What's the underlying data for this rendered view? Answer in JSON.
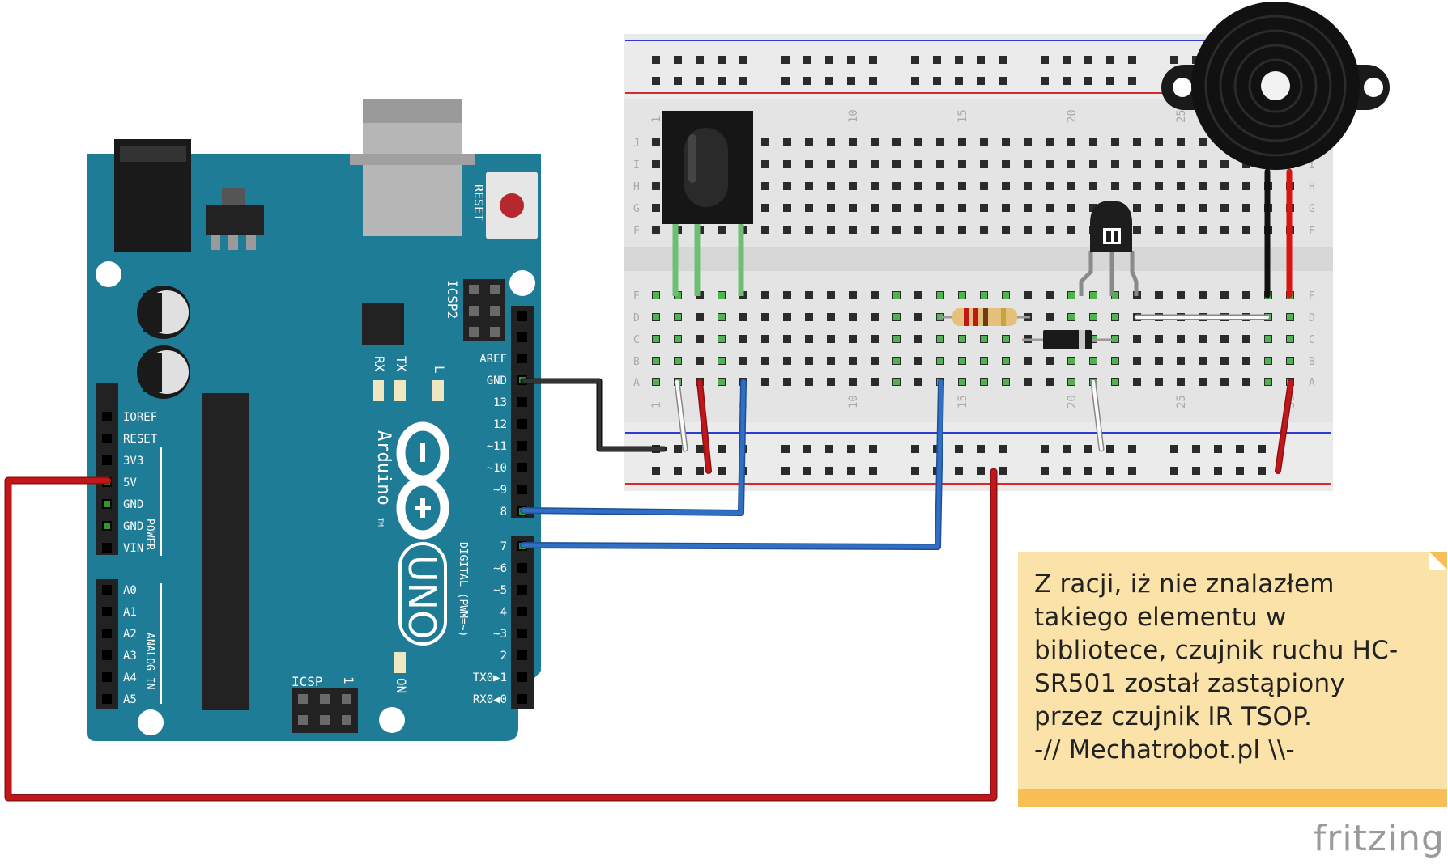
{
  "arduino": {
    "model": "UNO",
    "brand": "Arduino",
    "trademark": "TM",
    "reset_label": "RESET",
    "icsp2_label": "ICSP2",
    "icsp_label": "ICSP",
    "icsp_pin1_label": "1",
    "on_label": "ON",
    "tx_label": "TX",
    "rx_label": "RX",
    "l_label": "L",
    "power_label": "POWER",
    "analog_label": "ANALOG IN",
    "digital_label": "DIGITAL (PWM=~)",
    "power_pins": [
      "IOREF",
      "RESET",
      "3V3",
      "5V",
      "GND",
      "GND",
      "VIN"
    ],
    "analog_pins": [
      "A0",
      "A1",
      "A2",
      "A3",
      "A4",
      "A5"
    ],
    "digital_top_pins": [
      "AREF",
      "GND",
      "13",
      "12",
      "~11",
      "~10",
      "~9",
      "8"
    ],
    "digital_bottom_pins": [
      "7",
      "~6",
      "~5",
      "4",
      "~3",
      "2",
      "TX0▶1",
      "RX0◀0"
    ]
  },
  "breadboard": {
    "row_letters_top": [
      "J",
      "I",
      "H",
      "G",
      "F"
    ],
    "row_letters_bottom": [
      "E",
      "D",
      "C",
      "B",
      "A"
    ],
    "column_numbers": [
      "1",
      "5",
      "10",
      "15",
      "20",
      "25",
      "30"
    ]
  },
  "note": {
    "lines": [
      "Z racji, iż nie znalazłem",
      "takiego elementu w",
      "bibliotece, czujnik ruchu HC-",
      "SR501 został zastąpiony",
      "przez czujnik IR TSOP.",
      "-// Mechatrobot.pl \\\\-"
    ]
  },
  "watermark": "fritzing",
  "colors": {
    "board": "#1f7c96",
    "board_dark": "#176379",
    "breadboard": "#e6e6e6",
    "wire_red": "#c0171b",
    "wire_blue": "#2f6fc4",
    "wire_black": "#222222",
    "wire_green": "#6fbf73",
    "note_bg": "#fbe2a8",
    "note_border": "#f7bf55"
  },
  "components": [
    "ir-receiver",
    "npn-transistor",
    "resistor",
    "diode",
    "piezo-buzzer"
  ]
}
